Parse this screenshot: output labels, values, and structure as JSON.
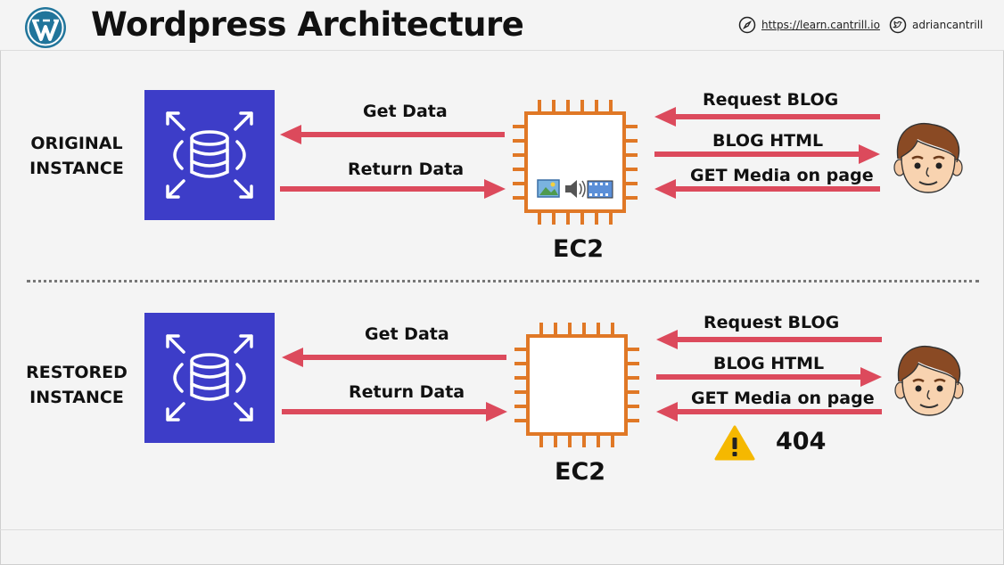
{
  "header": {
    "title": "Wordpress Architecture",
    "url": "https://learn.cantrill.io",
    "twitter": "adriancantrill"
  },
  "top": {
    "instance_line1": "ORIGINAL",
    "instance_line2": "INSTANCE",
    "get_data": "Get Data",
    "return_data": "Return Data",
    "ec2": "EC2",
    "request_blog": "Request BLOG",
    "blog_html": "BLOG HTML",
    "get_media": "GET Media on page"
  },
  "bottom": {
    "instance_line1": "RESTORED",
    "instance_line2": "INSTANCE",
    "get_data": "Get Data",
    "return_data": "Return Data",
    "ec2": "EC2",
    "request_blog": "Request BLOG",
    "blog_html": "BLOG HTML",
    "get_media": "GET Media on page",
    "error_code": "404"
  },
  "colors": {
    "db_box": "#3d3dc8",
    "ec2_orange": "#e07826",
    "arrow_red": "#dc4a5c",
    "warning": "#f5b800"
  }
}
